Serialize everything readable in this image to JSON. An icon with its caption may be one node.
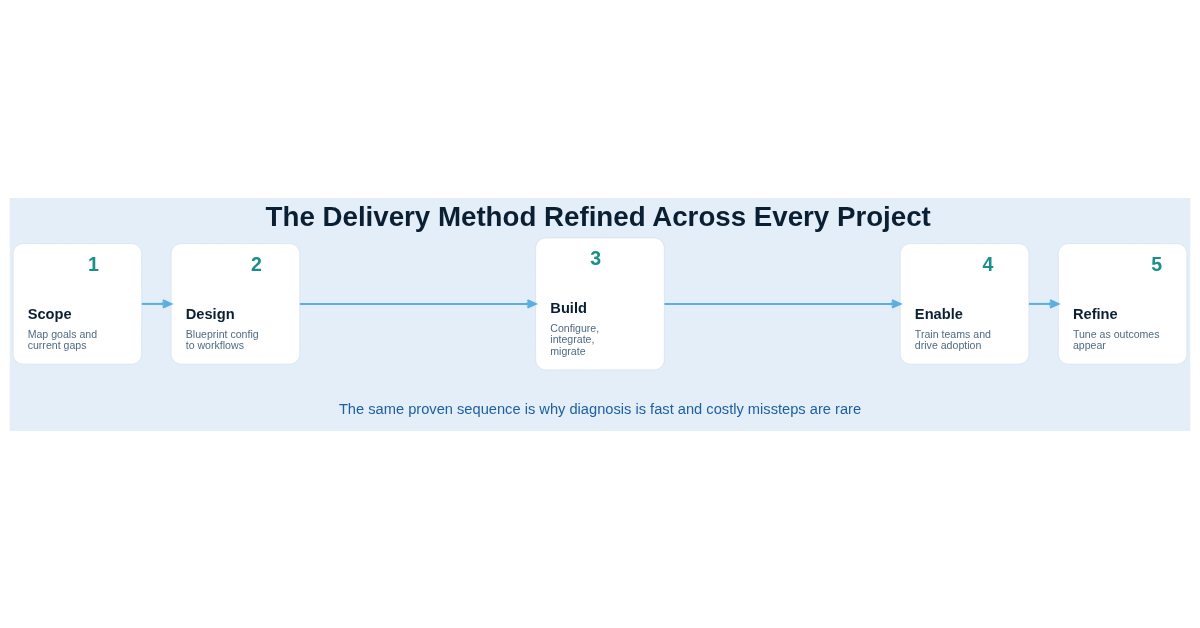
{
  "diagram": {
    "title": "The Delivery Method Refined Across Every Project",
    "caption": "The same proven sequence is why diagnosis is fast and costly missteps are rare",
    "nodes": [
      {
        "text": [
          "1",
          "Scope",
          "Map goals and current gaps"
        ]
      },
      {
        "text": [
          "2",
          "Design",
          "Blueprint config to workflows"
        ]
      },
      {
        "text": [
          "3",
          "Build",
          "Configure, integrate, migrate"
        ]
      },
      {
        "text": [
          "4",
          "Enable",
          "Train teams and drive adoption"
        ]
      },
      {
        "text": [
          "5",
          "Refine",
          "Tune as outcomes appear"
        ]
      }
    ],
    "edges": [
      {
        "from": 0,
        "to": 1,
        "arrow": "to"
      },
      {
        "from": 1,
        "to": 2,
        "arrow": "to"
      },
      {
        "from": 2,
        "to": 3,
        "arrow": "to"
      },
      {
        "from": 3,
        "to": 4,
        "arrow": "to"
      }
    ]
  }
}
